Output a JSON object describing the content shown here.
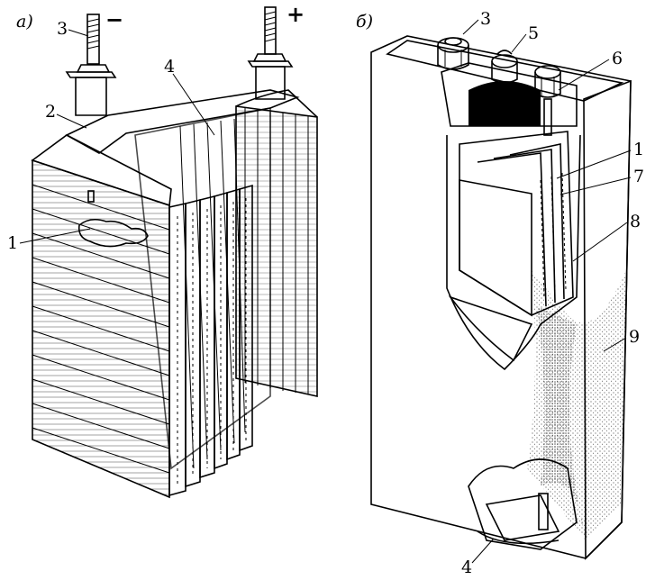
{
  "panels": {
    "a": {
      "letter": "а)",
      "sign_negative": "−",
      "sign_positive": "+",
      "labels": {
        "l1": "1",
        "l2": "2",
        "l3": "3",
        "l4": "4"
      }
    },
    "b": {
      "letter": "б)",
      "labels": {
        "l1": "1",
        "l3": "3",
        "l4": "4",
        "l5": "5",
        "l6": "6",
        "l7": "7",
        "l8": "8",
        "l9": "9"
      }
    }
  },
  "colors": {
    "ink": "#000000",
    "paper": "#ffffff",
    "shade": "#9a9a9a"
  }
}
